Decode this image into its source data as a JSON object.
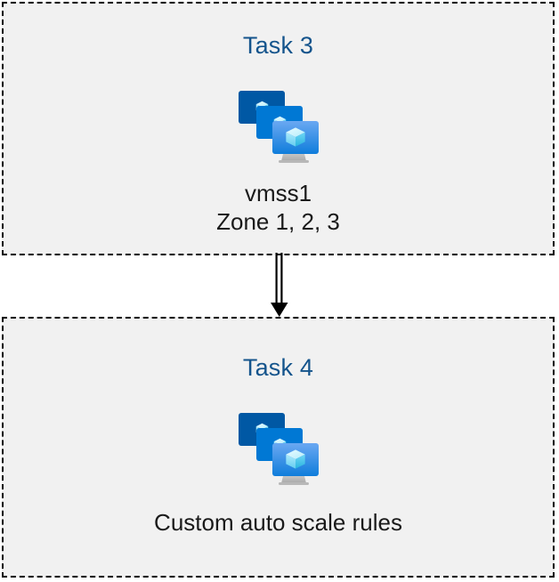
{
  "diagram": {
    "background_color": "#ffffff",
    "box_fill_color": "#f1f1f1",
    "box_border_color": "#000000",
    "title_color": "#14548c",
    "caption_color": "#1a1a1a",
    "connector_color": "#000000",
    "boxes": [
      {
        "id": "task-3",
        "title": "Task 3",
        "icon": "azure-vm-scale-set-icon",
        "caption": "vmss1\nZone 1, 2, 3"
      },
      {
        "id": "task-4",
        "title": "Task 4",
        "icon": "azure-vm-scale-set-icon",
        "caption": "Custom auto scale rules"
      }
    ],
    "connector": {
      "name": "down-arrow",
      "from": "task-3",
      "to": "task-4",
      "style": "double-line-with-solid-arrowhead",
      "direction": "down"
    },
    "icon_palette": {
      "monitor_back": "#0058a4",
      "monitor_middle": "#0078d4",
      "monitor_front_top": "#5ea0ef",
      "monitor_front_bottom": "#0f7ddb",
      "cube_light": "#c3f1ff",
      "cube_mid": "#9cebff",
      "cube_dark": "#32bedd",
      "stand": "#b3b3b3"
    }
  }
}
